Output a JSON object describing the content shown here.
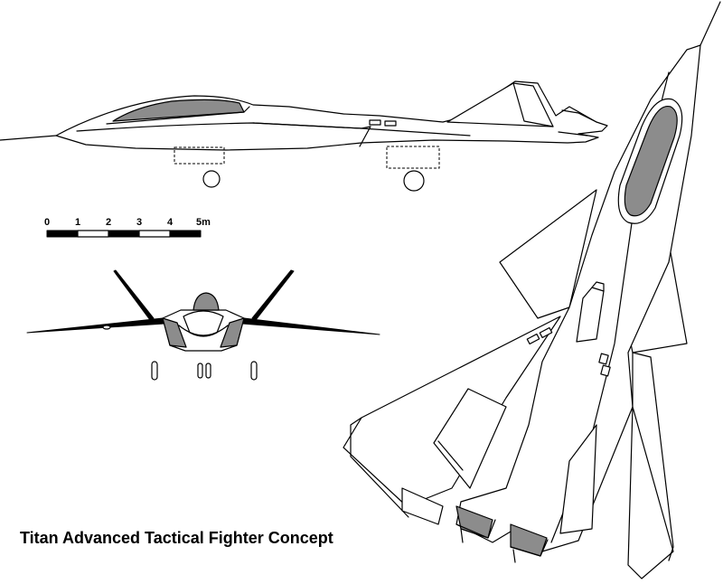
{
  "title": "Titan Advanced Tactical Fighter Concept",
  "scale_bar": {
    "labels": [
      "0",
      "1",
      "2",
      "3",
      "4",
      "5m"
    ]
  },
  "colors": {
    "line": "#000000",
    "canopy_fill": "#8c8c8c",
    "background": "#ffffff"
  }
}
